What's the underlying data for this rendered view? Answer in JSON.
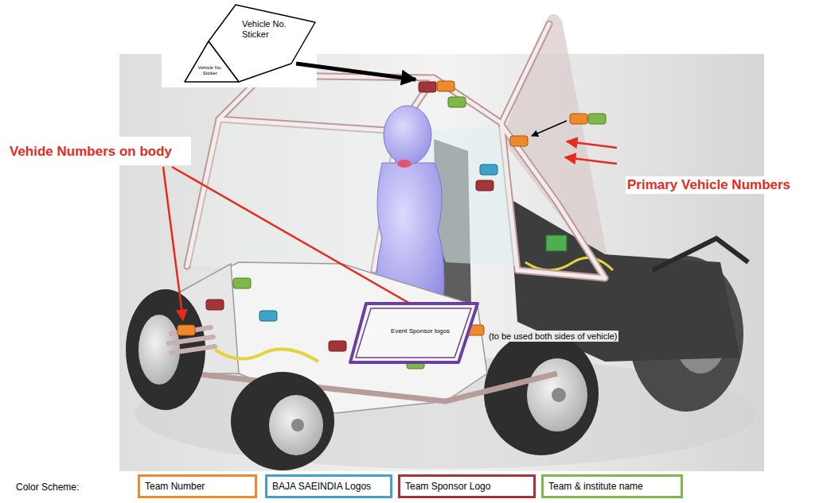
{
  "diagram": {
    "nodes": [
      {
        "text": [
          "Vehicle No. Sticker"
        ]
      },
      {
        "text": [
          "Vehicle No. Sticker"
        ]
      },
      {
        "text": [
          "Event Sponsor logos"
        ]
      }
    ],
    "labels": [
      "Vehide Numbers on body",
      "Primary Vehicle Numbers",
      "(to be used both sides of vehicle)",
      "Color Scheme:"
    ],
    "legend": [
      {
        "text": "Team Number",
        "color": "#f0892a"
      },
      {
        "text": "BAJA SAEINDIA Logos",
        "color": "#3fa3c9"
      },
      {
        "text": "Team Sponsor Logo",
        "color": "#a4343a"
      },
      {
        "text": "Team & institute name",
        "color": "#7fb84a"
      }
    ]
  }
}
